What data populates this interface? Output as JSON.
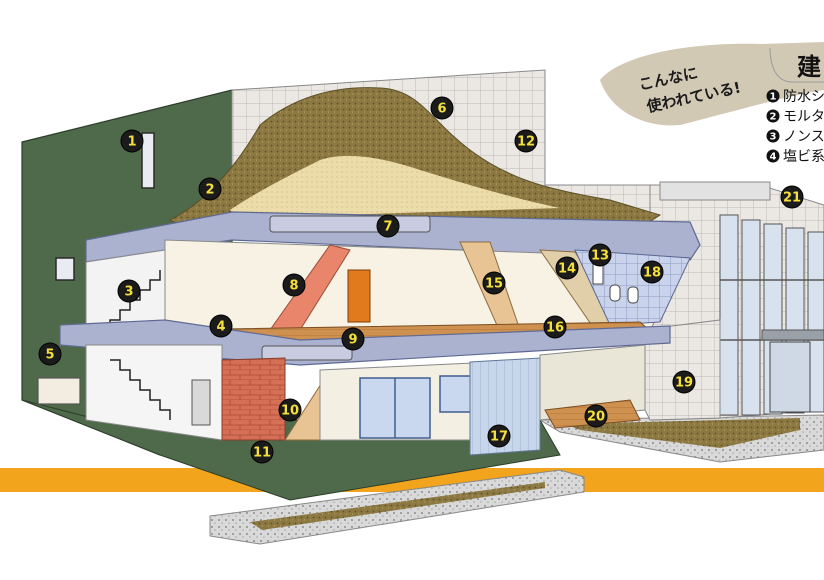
{
  "banner": {
    "line1": "こんなに",
    "line2": "使われている!"
  },
  "legend": {
    "title": "建",
    "items": [
      {
        "num": "1",
        "text": "防水シ"
      },
      {
        "num": "2",
        "text": "モルタ"
      },
      {
        "num": "3",
        "text": "ノンス"
      },
      {
        "num": "4",
        "text": "塩ビ系"
      }
    ]
  },
  "callouts": [
    "1",
    "2",
    "3",
    "4",
    "5",
    "6",
    "7",
    "8",
    "9",
    "10",
    "11",
    "12",
    "13",
    "14",
    "15",
    "16",
    "17",
    "18",
    "19",
    "20",
    "21"
  ],
  "colors": {
    "wall_green": "#4f6a4a",
    "tile": "#e9e6e2",
    "grout": "#bcb7b2",
    "soil_dark": "#8a7640",
    "soil_light": "#e8d7a4",
    "slab": "#aab2cf",
    "wood_floor": "#c98a4a",
    "brick": "#d56f55",
    "orange_stripe": "#f2a41c",
    "callout_fill": "#1b1b1b",
    "callout_text": "#f5e03a"
  }
}
